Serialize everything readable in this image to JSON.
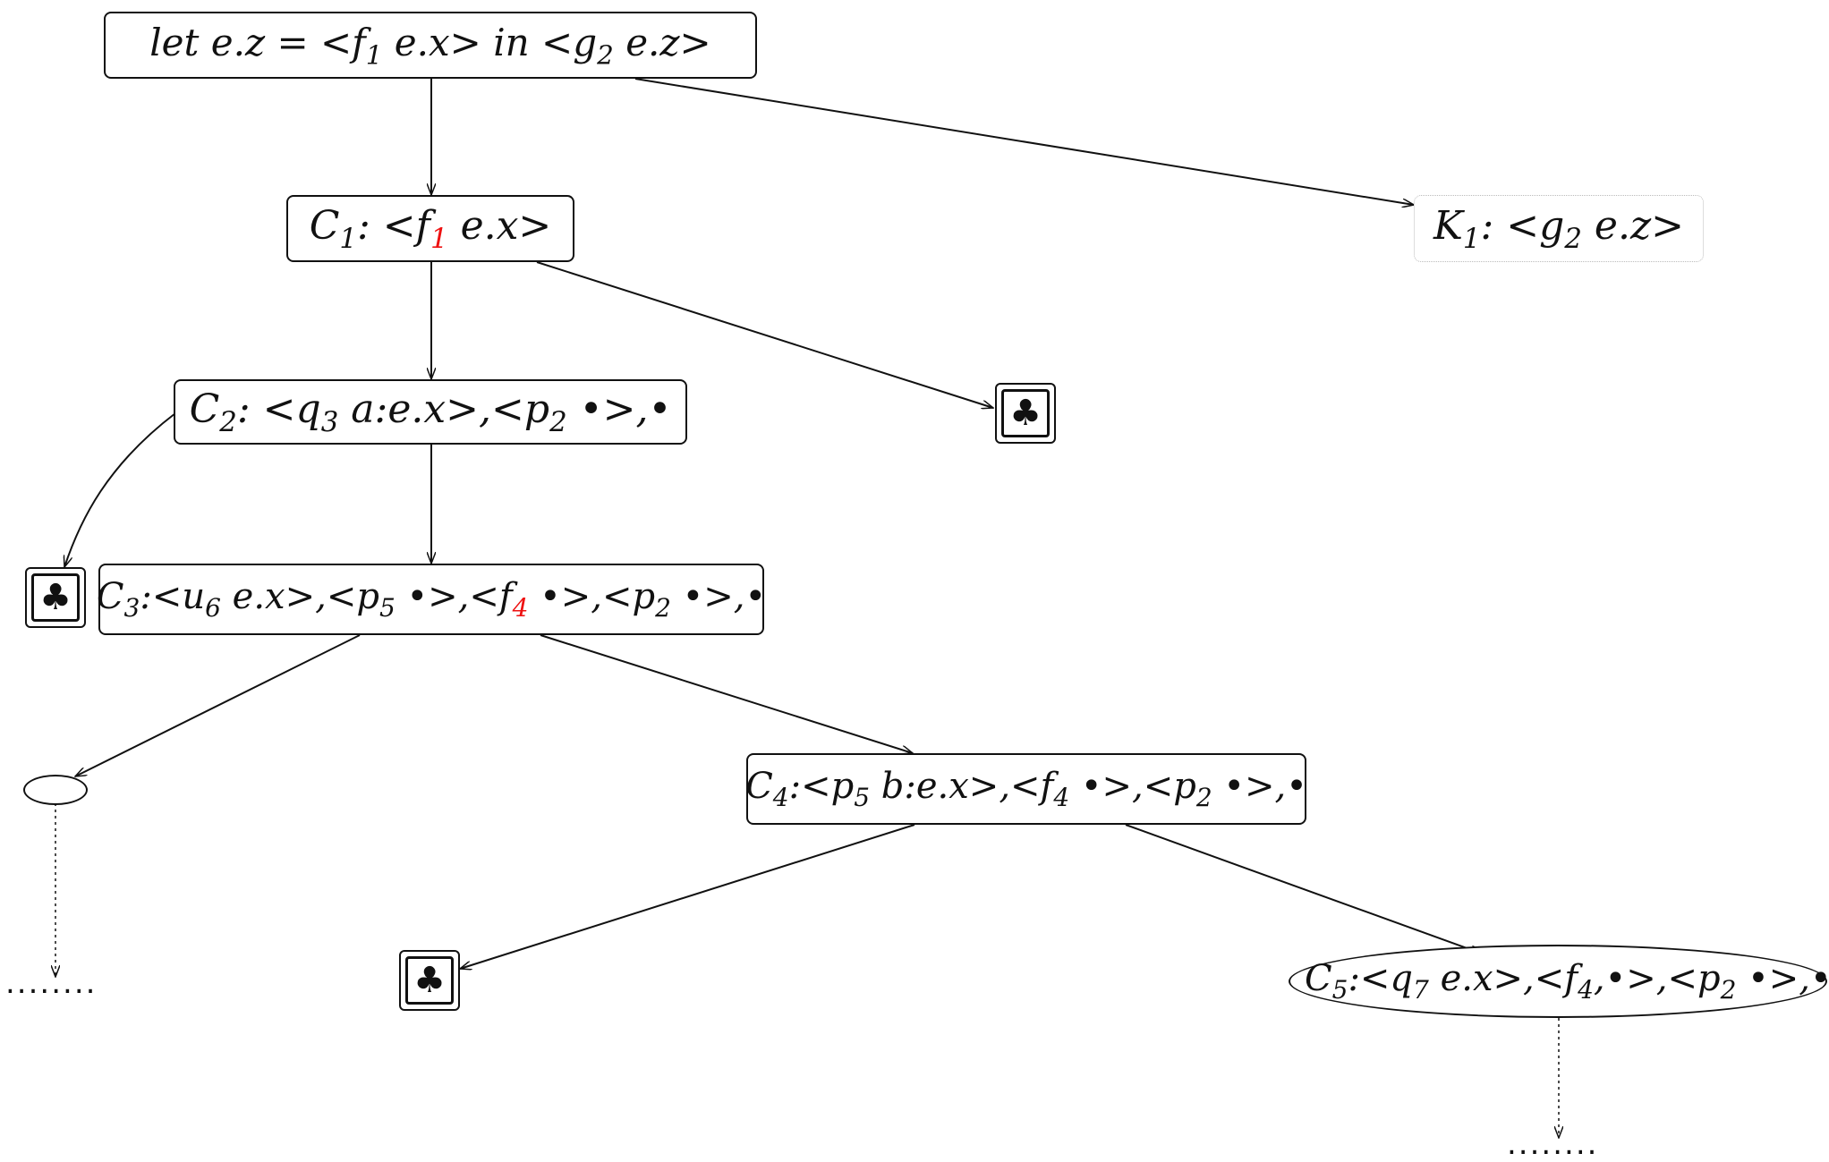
{
  "nodes": {
    "root": "let  e.z = <f1  e.x>  in  <g2  e.z>",
    "c1": "C1:  <f1  e.x>",
    "k1": "K1:  <g2  e.z>",
    "c2": "C2:  <q3  a:e.x>,<p2  •>,•",
    "c3": "C3:<u6 e.x>,<p5 •>,<f4 •>,<p2 •>,•",
    "c4": "C4:<p5 b:e.x>,<f4 •>,<p2 •>,•",
    "c5": "C5:<q7 e.x>,<f4,•>,<p2 •>,•"
  },
  "terminal_glyph": "♣",
  "continuation": "........",
  "colors": {
    "highlight": "#ee1111",
    "stroke": "#111111",
    "dotted_border": "#bbbbbb"
  }
}
